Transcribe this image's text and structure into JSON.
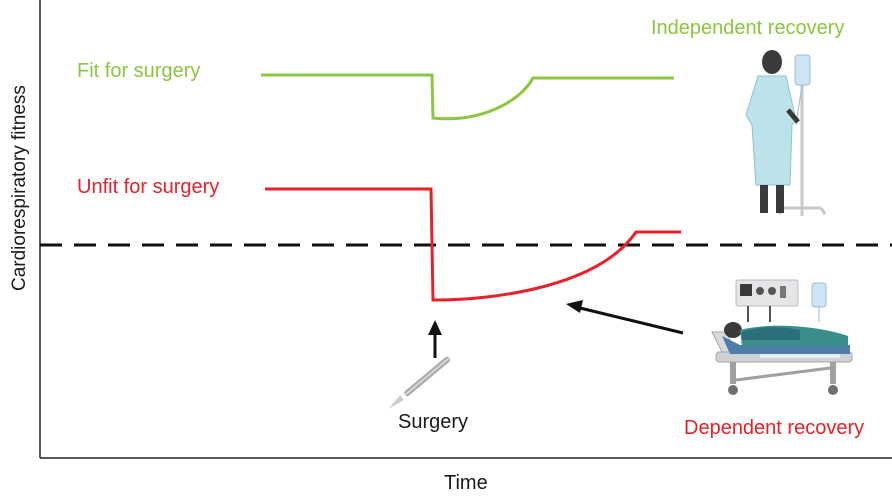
{
  "y_axis_label": "Cardiorespiratory fitness",
  "x_axis_label": "Time",
  "fit_label": "Fit for surgery",
  "unfit_label": "Unfit for surgery",
  "independent_label": "Independent recovery",
  "dependent_label": "Dependent recovery",
  "surgery_label": "Surgery",
  "colors": {
    "fit": "#8cc63f",
    "unfit": "#e8202a",
    "axis": "#222222",
    "threshold": "#111111"
  },
  "icons": [
    "scalpel-icon",
    "standing-patient-iv-icon",
    "hospital-bed-patient-icon"
  ]
}
